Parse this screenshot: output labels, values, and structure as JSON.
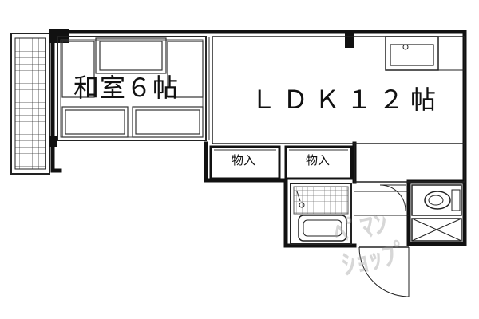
{
  "floor_plan": {
    "rooms": [
      {
        "id": "washitsu",
        "label": "和室６帖"
      },
      {
        "id": "ldk",
        "label": "ＬＤＫ１２帖"
      },
      {
        "id": "closet-1",
        "label": "物入"
      },
      {
        "id": "closet-2",
        "label": "物入"
      }
    ],
    "watermark": {
      "line1": "ﾍﾟﾏﾝ",
      "line2": "ｼｮｯﾌﾟ"
    }
  }
}
